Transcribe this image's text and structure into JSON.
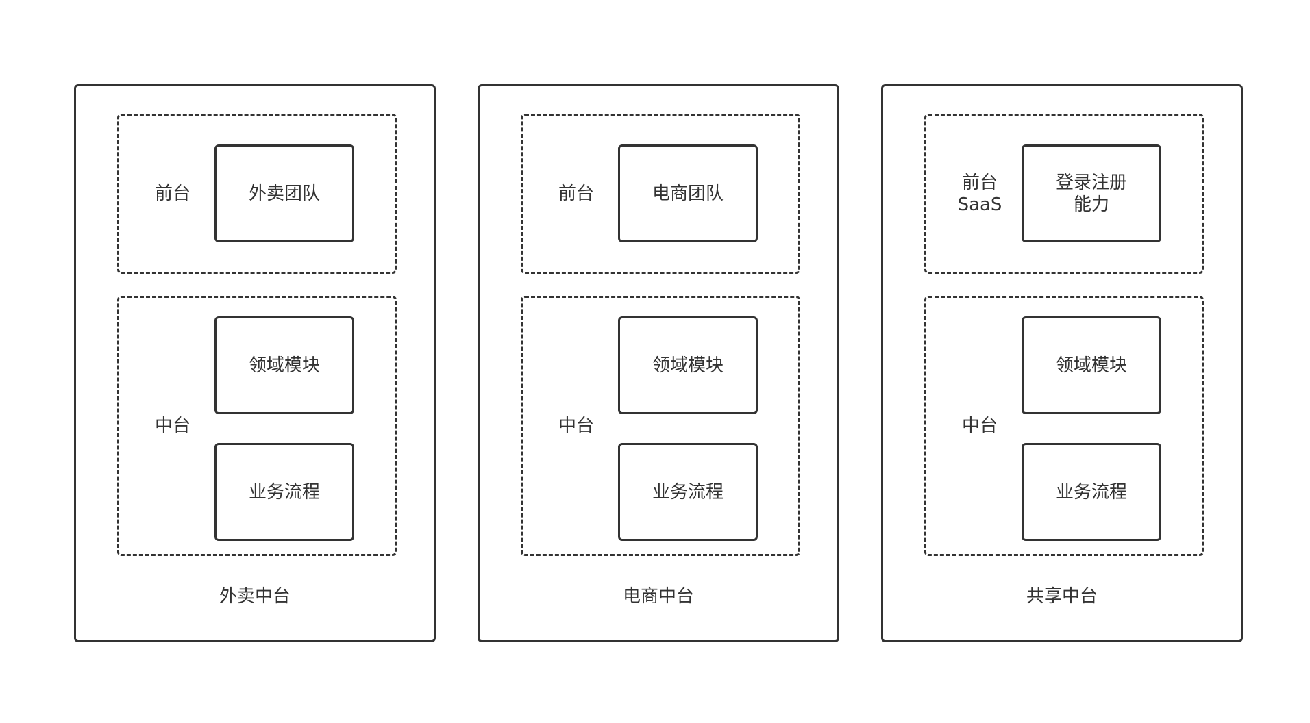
{
  "panels": [
    {
      "title": "外卖中台",
      "front": {
        "label": "前台",
        "box": "外卖团队"
      },
      "middle": {
        "label": "中台",
        "boxes": [
          "领域模块",
          "业务流程"
        ]
      }
    },
    {
      "title": "电商中台",
      "front": {
        "label": "前台",
        "box": "电商团队"
      },
      "middle": {
        "label": "中台",
        "boxes": [
          "领域模块",
          "业务流程"
        ]
      }
    },
    {
      "title": "共享中台",
      "front": {
        "label": "前台\nSaaS",
        "box": "登录注册\n能力"
      },
      "middle": {
        "label": "中台",
        "boxes": [
          "领域模块",
          "业务流程"
        ]
      }
    }
  ]
}
